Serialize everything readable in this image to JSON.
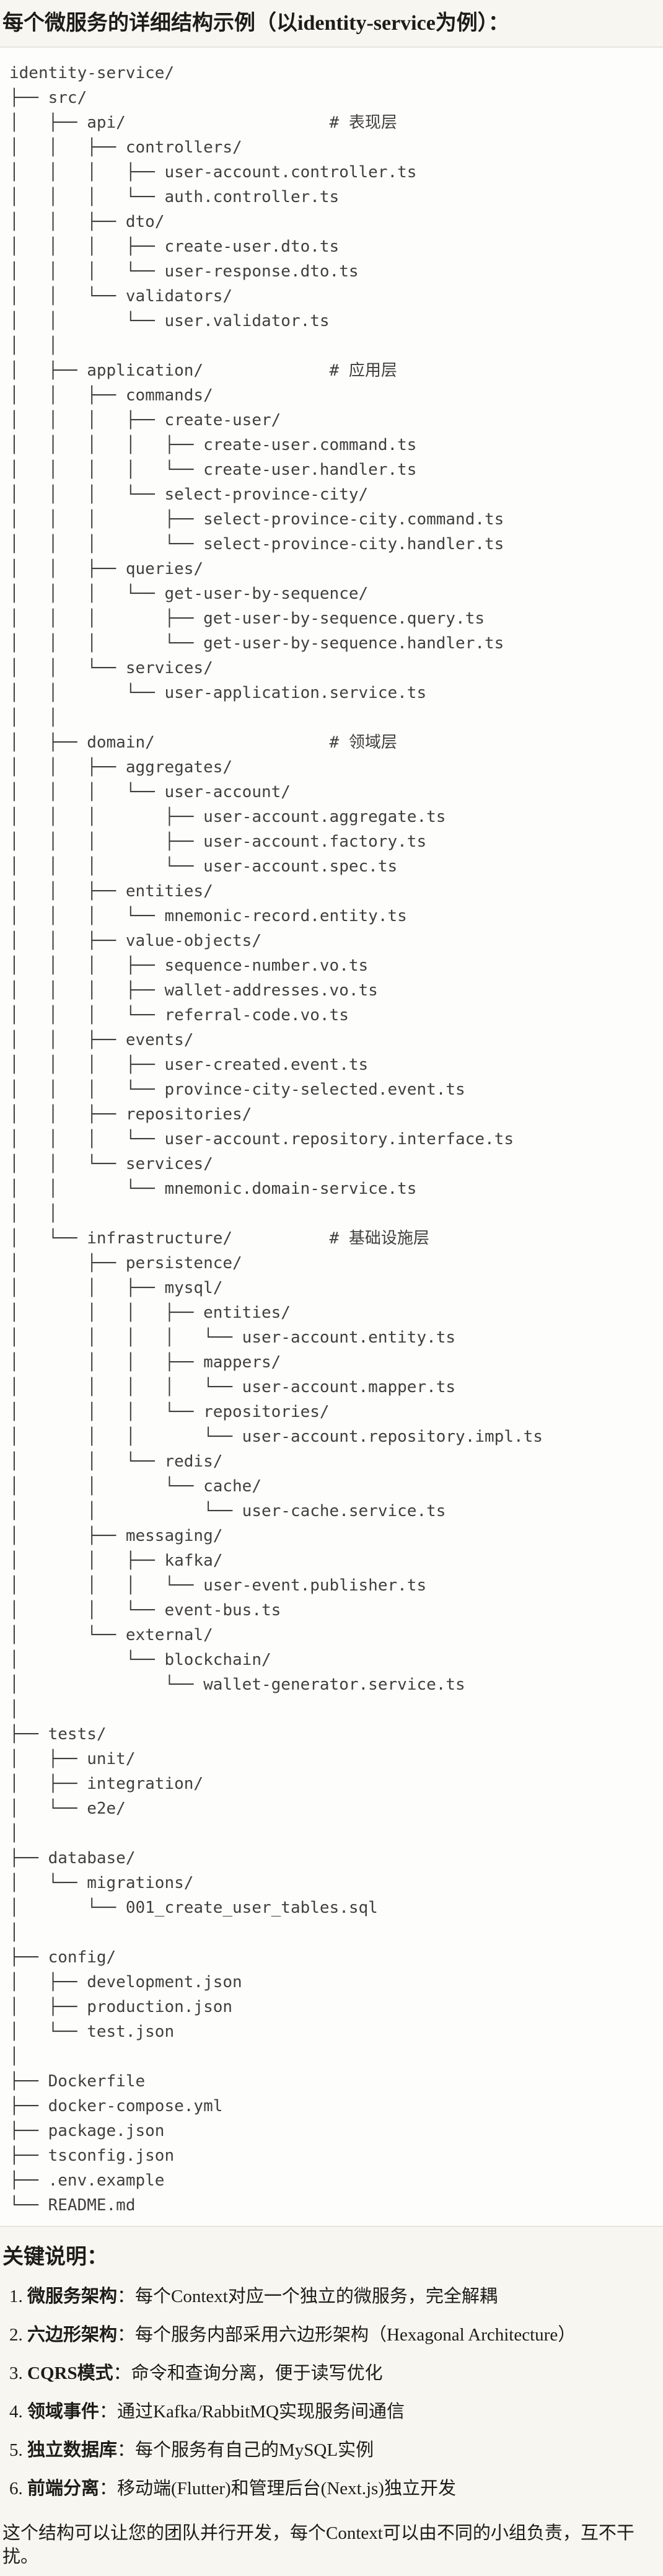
{
  "page": {
    "title": "每个微服务的详细结构示例（以identity-service为例）：",
    "colors": {
      "page_bg": "#f7f6f1",
      "code_bg": "#fdfdfb",
      "code_border": "#e7e5de",
      "code_text": "#403f3b",
      "body_text": "#1d1c18"
    }
  },
  "tree": {
    "root": "identity-service/",
    "layer_comments": [
      "# 表现层",
      "# 应用层",
      "# 领域层",
      "# 基础设施层"
    ],
    "lines": [
      "identity-service/",
      "├── src/",
      "│   ├── api/                     # 表现层",
      "│   │   ├── controllers/",
      "│   │   │   ├── user-account.controller.ts",
      "│   │   │   └── auth.controller.ts",
      "│   │   ├── dto/",
      "│   │   │   ├── create-user.dto.ts",
      "│   │   │   └── user-response.dto.ts",
      "│   │   └── validators/",
      "│   │       └── user.validator.ts",
      "│   │",
      "│   ├── application/             # 应用层",
      "│   │   ├── commands/",
      "│   │   │   ├── create-user/",
      "│   │   │   │   ├── create-user.command.ts",
      "│   │   │   │   └── create-user.handler.ts",
      "│   │   │   └── select-province-city/",
      "│   │   │       ├── select-province-city.command.ts",
      "│   │   │       └── select-province-city.handler.ts",
      "│   │   ├── queries/",
      "│   │   │   └── get-user-by-sequence/",
      "│   │   │       ├── get-user-by-sequence.query.ts",
      "│   │   │       └── get-user-by-sequence.handler.ts",
      "│   │   └── services/",
      "│   │       └── user-application.service.ts",
      "│   │",
      "│   ├── domain/                  # 领域层",
      "│   │   ├── aggregates/",
      "│   │   │   └── user-account/",
      "│   │   │       ├── user-account.aggregate.ts",
      "│   │   │       ├── user-account.factory.ts",
      "│   │   │       └── user-account.spec.ts",
      "│   │   ├── entities/",
      "│   │   │   └── mnemonic-record.entity.ts",
      "│   │   ├── value-objects/",
      "│   │   │   ├── sequence-number.vo.ts",
      "│   │   │   ├── wallet-addresses.vo.ts",
      "│   │   │   └── referral-code.vo.ts",
      "│   │   ├── events/",
      "│   │   │   ├── user-created.event.ts",
      "│   │   │   └── province-city-selected.event.ts",
      "│   │   ├── repositories/",
      "│   │   │   └── user-account.repository.interface.ts",
      "│   │   └── services/",
      "│   │       └── mnemonic.domain-service.ts",
      "│   │",
      "│   └── infrastructure/          # 基础设施层",
      "│       ├── persistence/",
      "│       │   ├── mysql/",
      "│       │   │   ├── entities/",
      "│       │   │   │   └── user-account.entity.ts",
      "│       │   │   ├── mappers/",
      "│       │   │   │   └── user-account.mapper.ts",
      "│       │   │   └── repositories/",
      "│       │   │       └── user-account.repository.impl.ts",
      "│       │   └── redis/",
      "│       │       └── cache/",
      "│       │           └── user-cache.service.ts",
      "│       ├── messaging/",
      "│       │   ├── kafka/",
      "│       │   │   └── user-event.publisher.ts",
      "│       │   └── event-bus.ts",
      "│       └── external/",
      "│           └── blockchain/",
      "│               └── wallet-generator.service.ts",
      "│",
      "├── tests/",
      "│   ├── unit/",
      "│   ├── integration/",
      "│   └── e2e/",
      "│",
      "├── database/",
      "│   └── migrations/",
      "│       └── 001_create_user_tables.sql",
      "│",
      "├── config/",
      "│   ├── development.json",
      "│   ├── production.json",
      "│   └── test.json",
      "│",
      "├── Dockerfile",
      "├── docker-compose.yml",
      "├── package.json",
      "├── tsconfig.json",
      "├── .env.example",
      "└── README.md"
    ]
  },
  "notes": {
    "heading": "关键说明：",
    "items": [
      {
        "label": "微服务架构",
        "text": "：每个Context对应一个独立的微服务，完全解耦"
      },
      {
        "label": "六边形架构",
        "text": "：每个服务内部采用六边形架构（Hexagonal Architecture）"
      },
      {
        "label": "CQRS模式",
        "text": "：命令和查询分离，便于读写优化"
      },
      {
        "label": "领域事件",
        "text": "：通过Kafka/RabbitMQ实现服务间通信"
      },
      {
        "label": "独立数据库",
        "text": "：每个服务有自己的MySQL实例"
      },
      {
        "label": "前端分离",
        "text": "：移动端(Flutter)和管理后台(Next.js)独立开发"
      }
    ],
    "footer": "这个结构可以让您的团队并行开发，每个Context可以由不同的小组负责，互不干扰。"
  }
}
